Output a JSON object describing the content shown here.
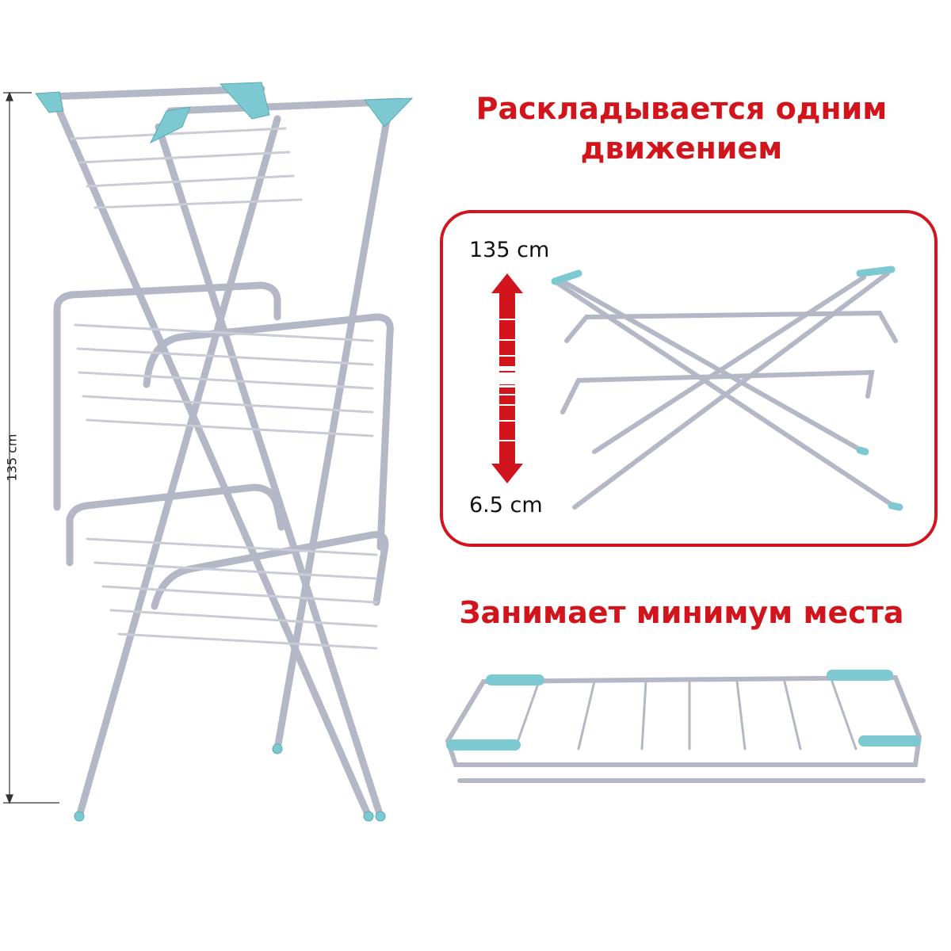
{
  "height_label_vertical": "135 cm",
  "headline_unfolds": "Раскладывается одним движением",
  "unfolded_height": "135 cm",
  "folded_height": "6.5 cm",
  "headline_compact": "Занимает минимум места",
  "colors": {
    "accent_red": "#d2141c",
    "frame_silver": "#b4b8c6",
    "caps_teal": "#7cc9d2"
  }
}
